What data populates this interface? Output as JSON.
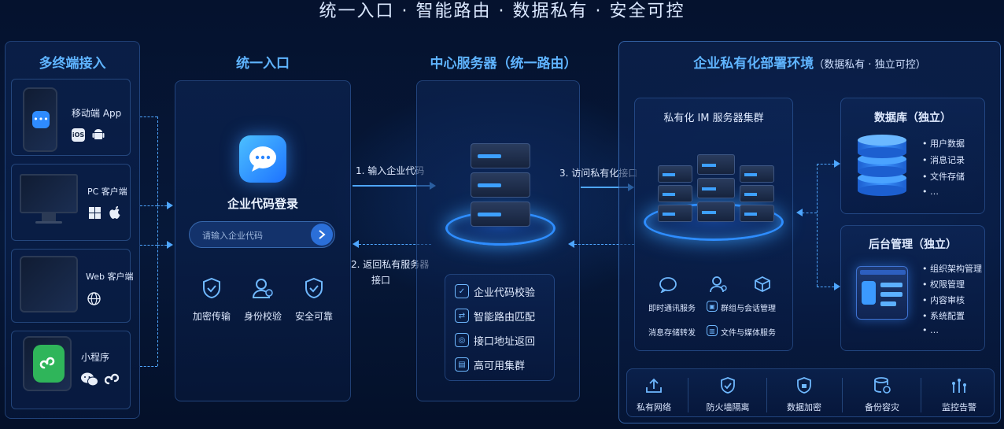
{
  "header": {
    "title": "统一入口 · 智能路由 · 数据私有 · 安全可控"
  },
  "clients": {
    "title": "多终端接入",
    "items": [
      {
        "label": "移动端 App",
        "badge": "iOS"
      },
      {
        "label": "PC 客户端"
      },
      {
        "label": "Web 客户端"
      },
      {
        "label": "小程序"
      }
    ]
  },
  "entry": {
    "title": "统一入口",
    "login_title": "企业代码登录",
    "input_placeholder": "请输入企业代码",
    "features": [
      "加密传输",
      "身份校验",
      "安全可靠"
    ]
  },
  "flows": {
    "step1": "1. 输入企业代码",
    "step2_line1": "2. 返回私有服务器",
    "step2_line2": "接口",
    "step3": "3. 访问私有化接口"
  },
  "center": {
    "title": "中心服务器（统一路由）",
    "functions": [
      "企业代码校验",
      "智能路由匹配",
      "接口地址返回",
      "高可用集群"
    ]
  },
  "enterprise": {
    "title": "企业私有化部署环境",
    "subtitle": "（数据私有 · 独立可控）",
    "cluster": {
      "title": "私有化 IM 服务器集群",
      "services": [
        "即时通讯服务",
        "群组与会话管理",
        "消息存储转发",
        "文件与媒体服务"
      ]
    },
    "database": {
      "title": "数据库（独立）",
      "items": [
        "用户数据",
        "消息记录",
        "文件存储",
        "…"
      ]
    },
    "admin": {
      "title": "后台管理（独立）",
      "items": [
        "组织架构管理",
        "权限管理",
        "内容审核",
        "系统配置",
        "…"
      ]
    },
    "infra": [
      "私有网络",
      "防火墙隔离",
      "数据加密",
      "备份容灾",
      "监控告警"
    ]
  },
  "colors": {
    "accent": "#4ea6ff",
    "title_blue": "#5fb4ff",
    "background": "#04102a",
    "wechat_green": "#2fb55a"
  }
}
